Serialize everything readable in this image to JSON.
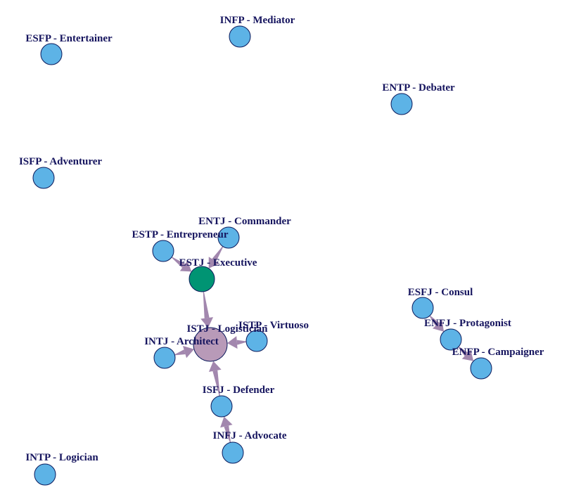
{
  "colors": {
    "default_node": "#5DB3E6",
    "highlight_node": "#009473",
    "center_node": "#B89AB8",
    "edge": "#A287AE",
    "node_stroke": "#0B1A5C",
    "label": "#15145E"
  },
  "nodes": [
    {
      "id": "infp",
      "label": "INFP - Mediator",
      "kind": "default"
    },
    {
      "id": "esfp",
      "label": "ESFP - Entertainer",
      "kind": "default"
    },
    {
      "id": "entp",
      "label": "ENTP - Debater",
      "kind": "default"
    },
    {
      "id": "isfp",
      "label": "ISFP - Adventurer",
      "kind": "default"
    },
    {
      "id": "entj",
      "label": "ENTJ - Commander",
      "kind": "default"
    },
    {
      "id": "estp",
      "label": "ESTP - Entrepreneur",
      "kind": "default"
    },
    {
      "id": "estj",
      "label": "ESTJ - Executive",
      "kind": "highlight"
    },
    {
      "id": "istj",
      "label": "ISTJ - Logistician",
      "kind": "center"
    },
    {
      "id": "istp",
      "label": "ISTP - Virtuoso",
      "kind": "default"
    },
    {
      "id": "intj",
      "label": "INTJ - Architect",
      "kind": "default"
    },
    {
      "id": "isfj",
      "label": "ISFJ - Defender",
      "kind": "default"
    },
    {
      "id": "infj",
      "label": "INFJ - Advocate",
      "kind": "default"
    },
    {
      "id": "intp",
      "label": "INTP - Logician",
      "kind": "default"
    },
    {
      "id": "esfj",
      "label": "ESFJ - Consul",
      "kind": "default"
    },
    {
      "id": "enfj",
      "label": "ENFJ - Protagonist",
      "kind": "default"
    },
    {
      "id": "enfp",
      "label": "ENFP - Campaigner",
      "kind": "default"
    }
  ],
  "edges": [
    {
      "from": "entj",
      "to": "estj"
    },
    {
      "from": "estp",
      "to": "estj"
    },
    {
      "from": "estj",
      "to": "istj"
    },
    {
      "from": "istp",
      "to": "istj"
    },
    {
      "from": "intj",
      "to": "istj"
    },
    {
      "from": "isfj",
      "to": "istj"
    },
    {
      "from": "infj",
      "to": "isfj"
    },
    {
      "from": "esfj",
      "to": "enfj"
    },
    {
      "from": "enfj",
      "to": "enfp"
    }
  ]
}
